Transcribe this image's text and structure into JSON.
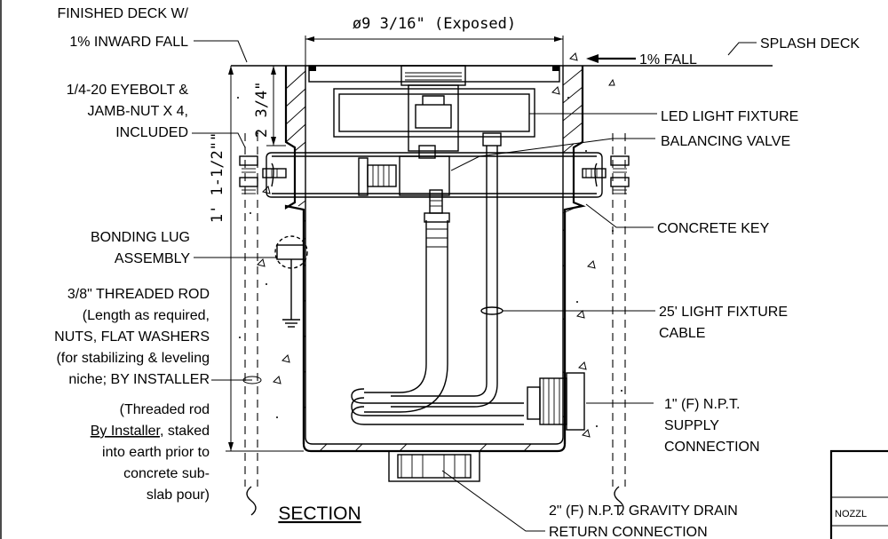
{
  "labels": {
    "finished_deck_1": "FINISHED DECK W/",
    "finished_deck_2": "1% INWARD FALL",
    "diameter": "ø9 3/16\" (Exposed)",
    "fall": "1% FALL",
    "splash_deck": "SPLASH DECK",
    "eyebolt_1": "1/4-20 EYEBOLT &",
    "eyebolt_2": "JAMB-NUT X 4,",
    "eyebolt_3": "INCLUDED",
    "dim_three_quarter": "3/4\"",
    "dim_two": "2",
    "dim_height": "1' 1-1/2\"\"",
    "led_fixture": "LED LIGHT FIXTURE",
    "balancing_valve": "BALANCING VALVE",
    "concrete_key": "CONCRETE KEY",
    "bonding_lug_1": "BONDING LUG",
    "bonding_lug_2": "ASSEMBLY",
    "rod_1": "3/8\" THREADED ROD",
    "rod_2": "(Length as required,",
    "rod_3": "NUTS, FLAT WASHERS",
    "rod_4": "(for stabilizing & leveling",
    "rod_5": "niche; BY INSTALLER",
    "rod_6": "(Threaded rod",
    "rod_7": "By Installer",
    "rod_7b": ", staked",
    "rod_8": "into earth prior to",
    "rod_9": "concrete sub-",
    "rod_10": "slab pour)",
    "cable_1": "25' LIGHT FIXTURE",
    "cable_2": "CABLE",
    "supply_1": "1\" (F) N.P.T.",
    "supply_2": "SUPPLY",
    "supply_3": "CONNECTION",
    "drain_1": "2\" (F) N.P.T. GRAVITY DRAIN",
    "drain_2": "RETURN CONNECTION",
    "section": "SECTION",
    "nozzle": "NOZZL"
  }
}
